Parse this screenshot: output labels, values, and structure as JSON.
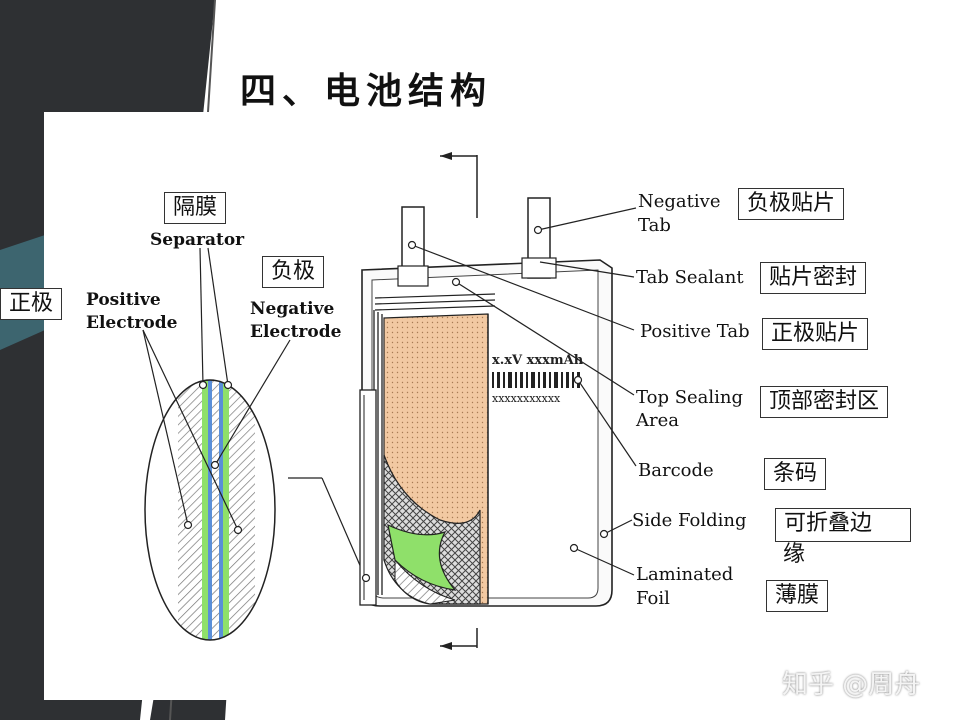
{
  "slide_title": "四、电池结构",
  "cn_labels": {
    "separator": "隔膜",
    "negative_electrode": "负极",
    "positive_electrode": "正极",
    "negative_tab": "负极贴片",
    "tab_sealant": "贴片密封",
    "positive_tab": "正极贴片",
    "top_sealing_area": "顶部密封区",
    "barcode": "条码",
    "side_folding_line1": "可折叠边",
    "side_folding_line2": "缘",
    "laminated_foil": "薄膜"
  },
  "en_labels": {
    "separator": "Separator",
    "positive_electrode_1": "Positive",
    "positive_electrode_2": "Electrode",
    "negative_electrode_1": "Negative",
    "negative_electrode_2": "Electrode",
    "negative_tab_1": "Negative",
    "negative_tab_2": "Tab",
    "tab_sealant": "Tab Sealant",
    "positive_tab": "Positive Tab",
    "top_sealing_area_1": "Top Sealing",
    "top_sealing_area_2": "Area",
    "barcode": "Barcode",
    "side_folding": "Side Folding",
    "laminated_foil_1": "Laminated",
    "laminated_foil_2": "Foil"
  },
  "battery_text": {
    "capacity_label": "x.xV xxxmAh",
    "serial": "xxxxxxxxxxx"
  },
  "watermark": "知乎 @周舟",
  "colors": {
    "dark_bg": "#2e3033",
    "teal_accent": "#3f6f7a",
    "electrode_fill": "#f2c9a2",
    "green_layer": "#8fe06a",
    "blue_layer": "#5a8fd8"
  }
}
